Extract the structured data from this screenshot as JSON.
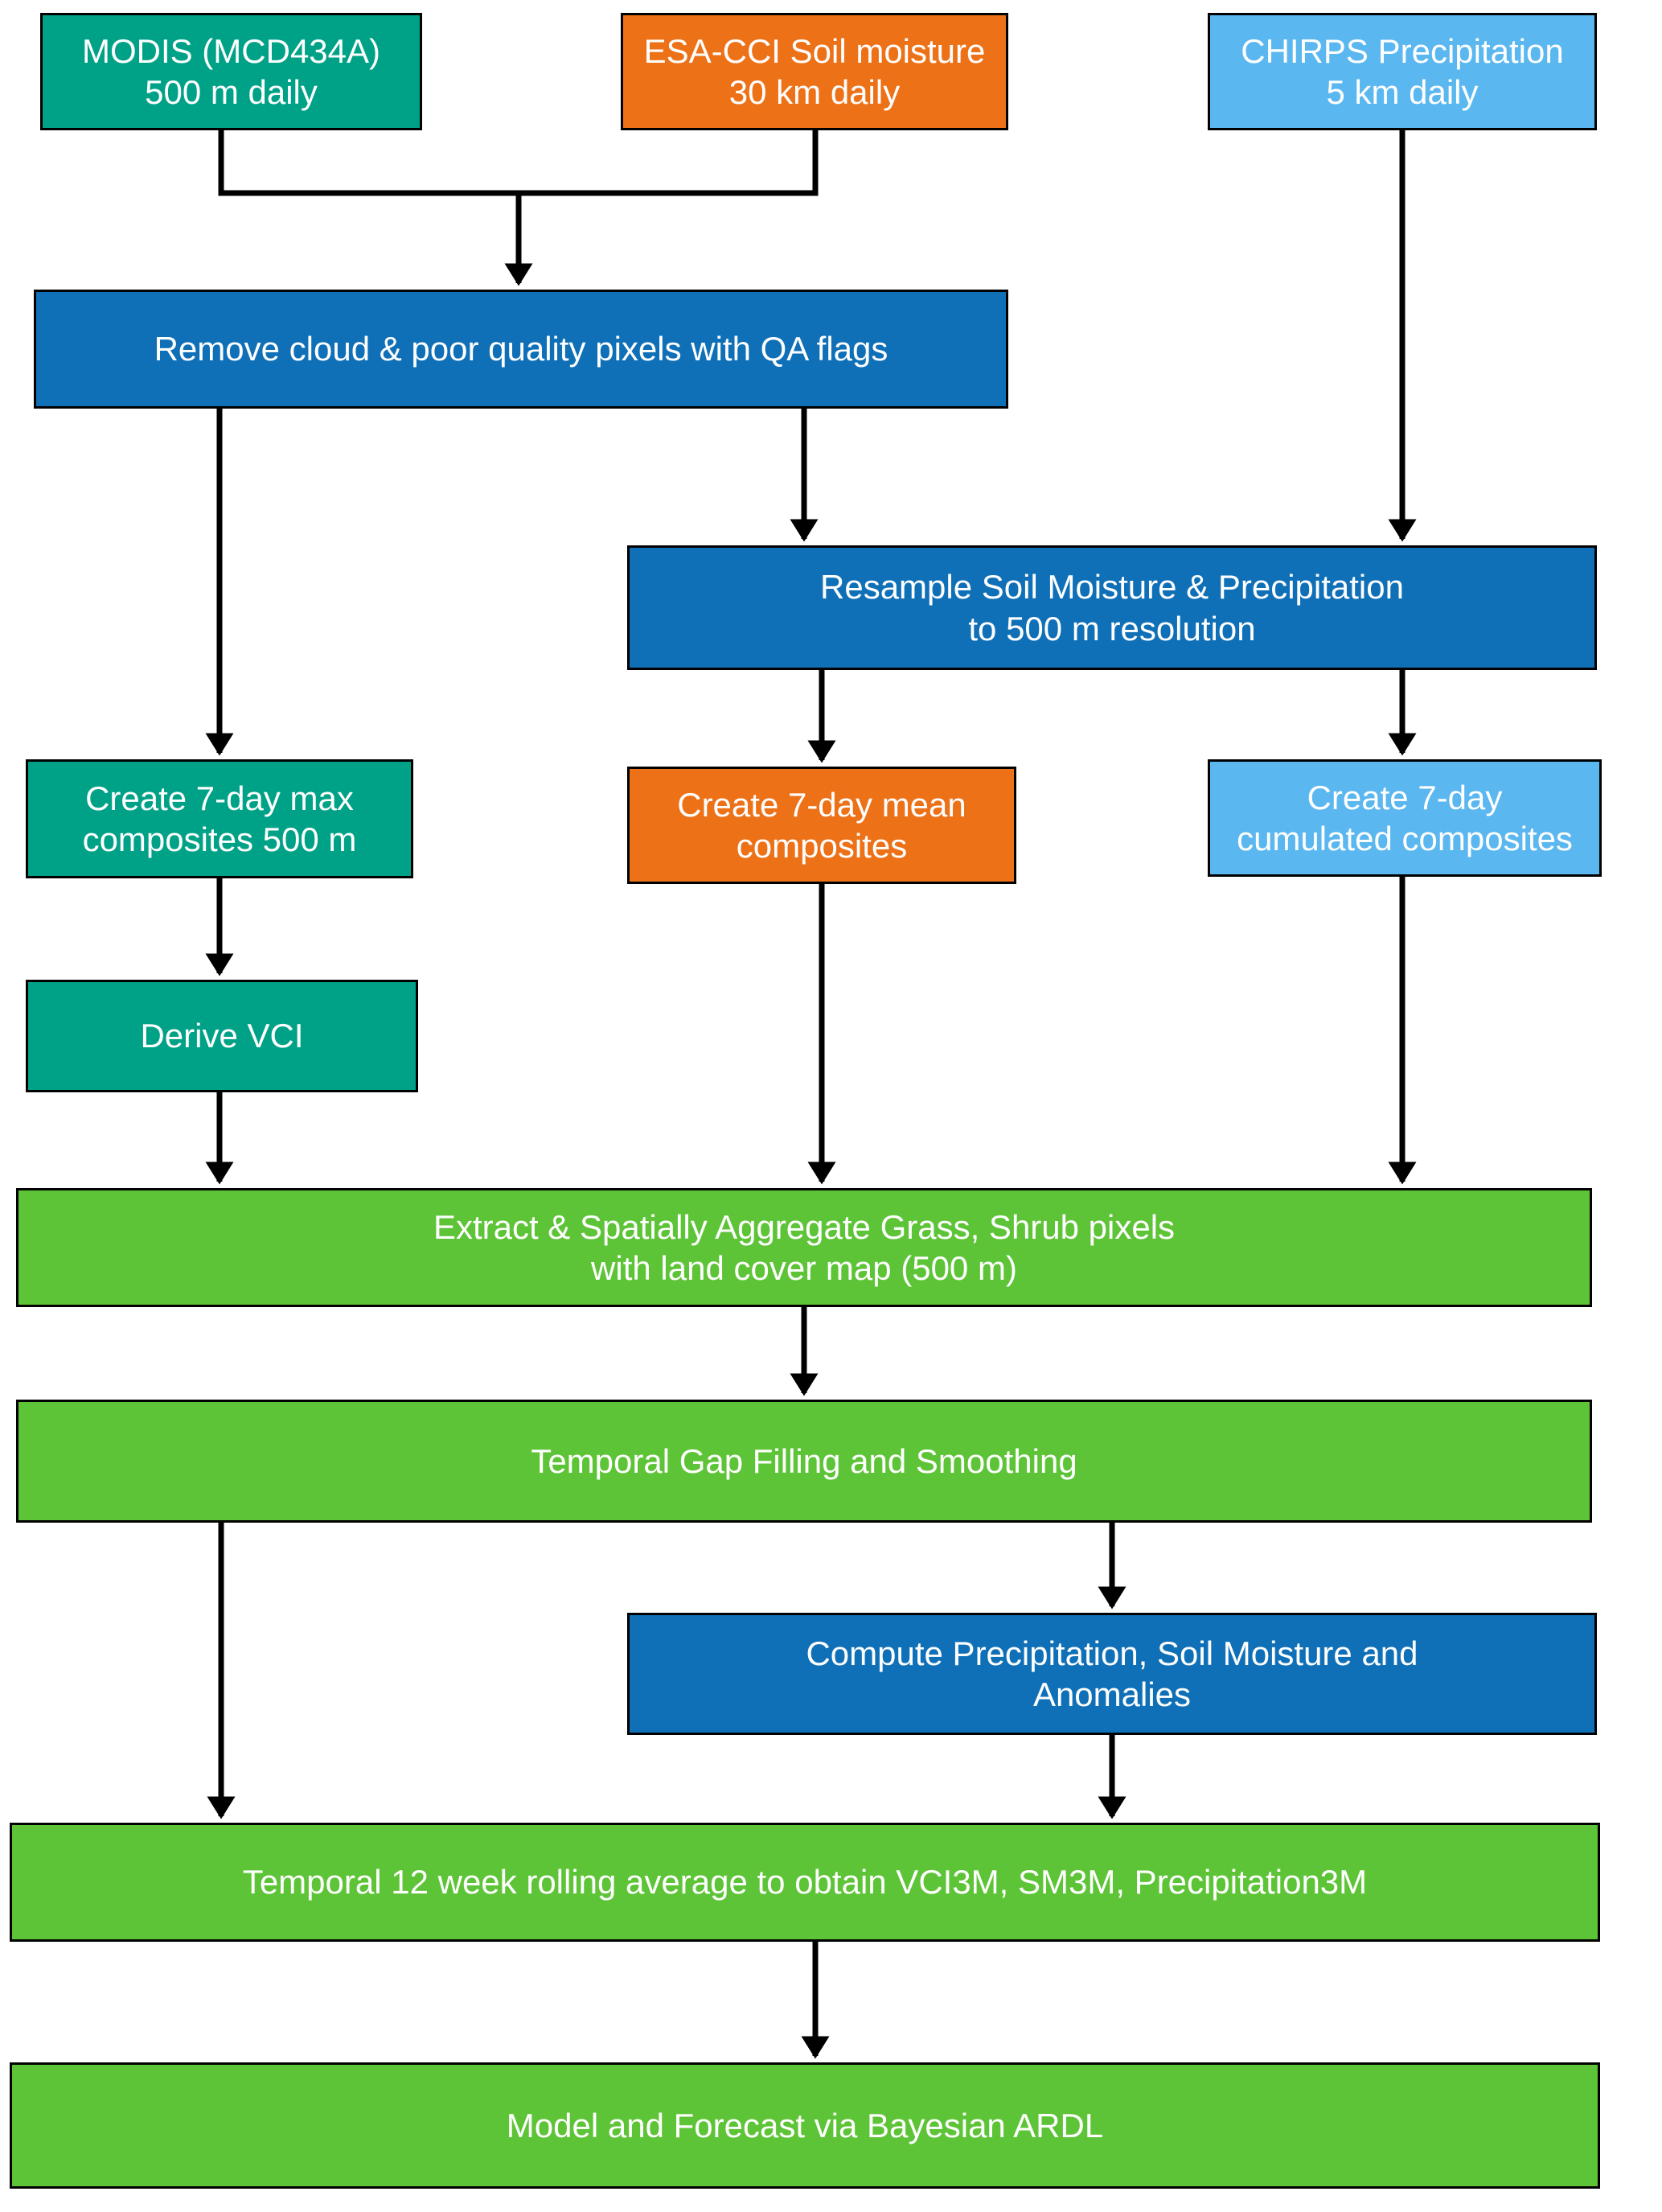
{
  "palette": {
    "teal": "#00a287",
    "orange": "#ed7117",
    "light_blue": "#5ab7ef",
    "dark_blue": "#0f70b7",
    "green": "#5ec437",
    "border": "#000000",
    "text": "#ffffff",
    "arrow": "#000000"
  },
  "nodes": {
    "modis": {
      "label": "MODIS (MCD434A)\n500 m daily",
      "color": "#00a287"
    },
    "esa_cci": {
      "label": "ESA-CCI Soil moisture\n30 km daily",
      "color": "#ed7117"
    },
    "chirps": {
      "label": "CHIRPS Precipitation\n5 km daily",
      "color": "#5ab7ef"
    },
    "qa_filter": {
      "label": "Remove cloud & poor quality pixels with QA flags",
      "color": "#0f70b7"
    },
    "resample": {
      "label": "Resample Soil Moisture & Precipitation\nto 500 m resolution",
      "color": "#0f70b7"
    },
    "max_composites": {
      "label": "Create 7-day max\ncomposites 500 m",
      "color": "#00a287"
    },
    "mean_composites": {
      "label": "Create 7-day mean\ncomposites",
      "color": "#ed7117"
    },
    "cumulated_composites": {
      "label": "Create 7-day\ncumulated composites",
      "color": "#5ab7ef"
    },
    "derive_vci": {
      "label": "Derive VCI",
      "color": "#00a287"
    },
    "extract_aggregate": {
      "label": "Extract & Spatially Aggregate Grass, Shrub pixels\nwith land cover map (500 m)",
      "color": "#5ec437"
    },
    "gap_filling": {
      "label": "Temporal Gap Filling and Smoothing",
      "color": "#5ec437"
    },
    "anomalies": {
      "label": "Compute Precipitation, Soil Moisture and\nAnomalies",
      "color": "#0f70b7"
    },
    "rolling_average": {
      "label": "Temporal 12 week rolling average to obtain VCI3M, SM3M, Precipitation3M",
      "color": "#5ec437"
    },
    "model_forecast": {
      "label": "Model and Forecast via Bayesian ARDL",
      "color": "#5ec437"
    }
  },
  "edges": [
    [
      "modis",
      "qa_filter"
    ],
    [
      "esa_cci",
      "qa_filter"
    ],
    [
      "chirps",
      "resample"
    ],
    [
      "qa_filter",
      "max_composites"
    ],
    [
      "qa_filter",
      "resample"
    ],
    [
      "resample",
      "mean_composites"
    ],
    [
      "resample",
      "cumulated_composites"
    ],
    [
      "max_composites",
      "derive_vci"
    ],
    [
      "derive_vci",
      "extract_aggregate"
    ],
    [
      "mean_composites",
      "extract_aggregate"
    ],
    [
      "cumulated_composites",
      "extract_aggregate"
    ],
    [
      "extract_aggregate",
      "gap_filling"
    ],
    [
      "gap_filling",
      "rolling_average"
    ],
    [
      "gap_filling",
      "anomalies"
    ],
    [
      "anomalies",
      "rolling_average"
    ],
    [
      "rolling_average",
      "model_forecast"
    ]
  ]
}
